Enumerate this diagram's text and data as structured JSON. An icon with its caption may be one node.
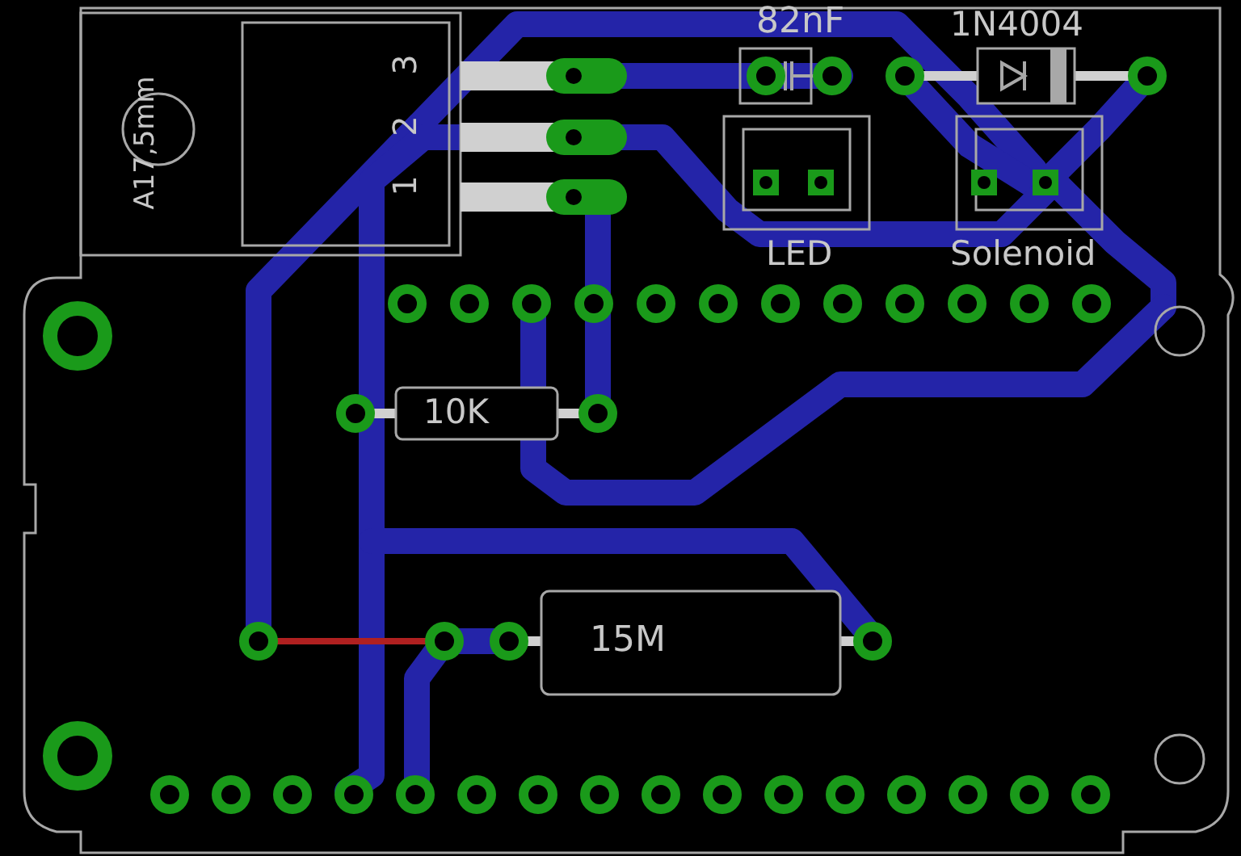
{
  "diagram": {
    "labels": [
      "82nF",
      "1N4004",
      "3",
      "2",
      "1",
      "A17,5mm",
      "LED",
      "Solenoid",
      "10K",
      "15M"
    ]
  }
}
